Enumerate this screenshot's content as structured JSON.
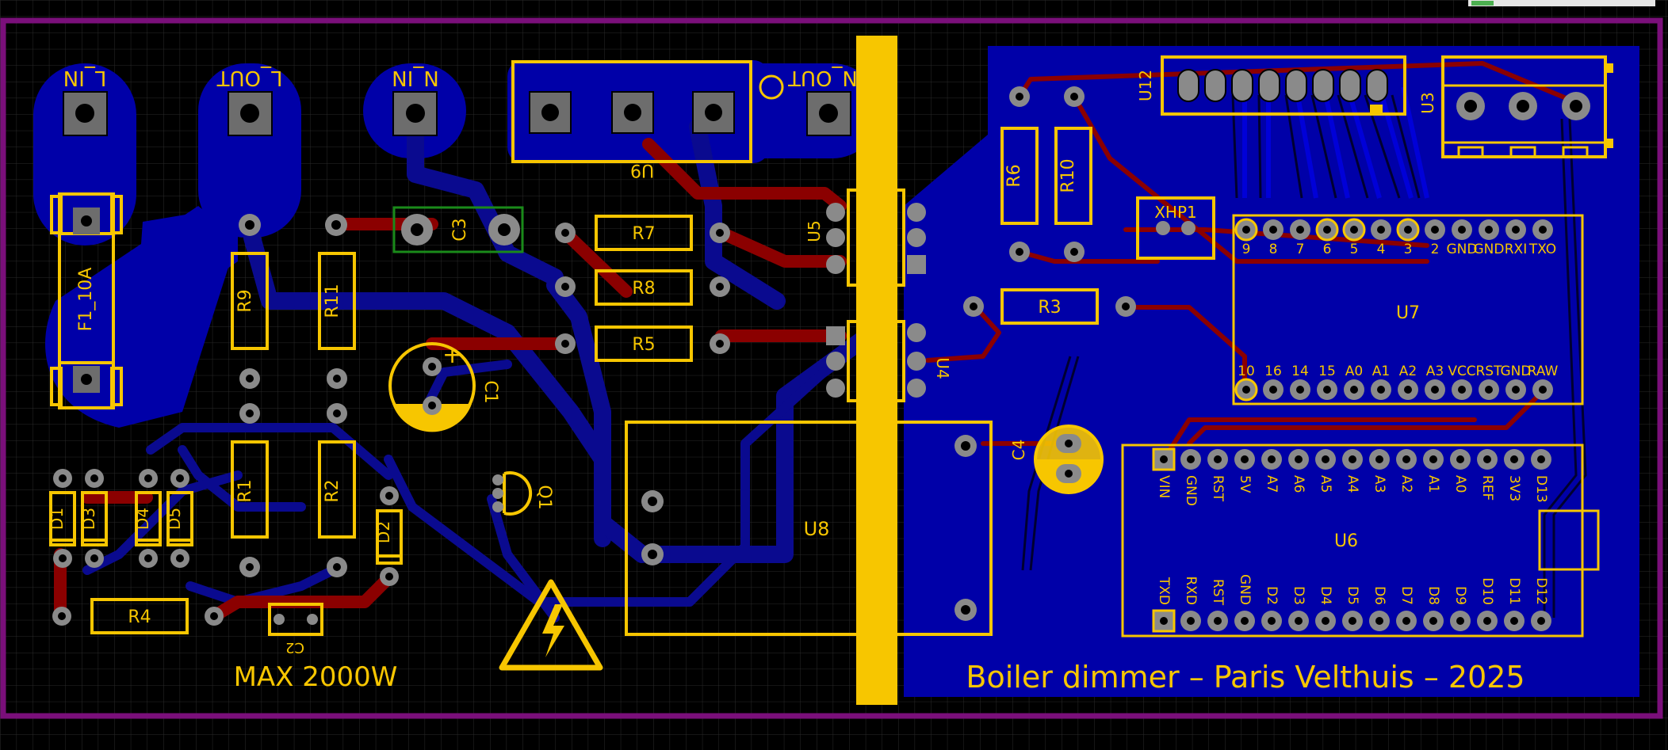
{
  "board": {
    "title_text": "Boiler dimmer – Paris Velthuis – 2025",
    "power_text": "MAX 2000W",
    "colors": {
      "background": "#000000",
      "grid": "#2a2a2a",
      "outline": "#7a0f7a",
      "copper_bottom": "#0000a8",
      "track_bottom": "#0a0a8f",
      "track_top": "#8b0000",
      "silkscreen": "#f7c600",
      "pad": "#8a8a8a",
      "courtyard": "#1a8a1a"
    }
  },
  "terminals": {
    "l_in": "L_IN",
    "l_out": "L_OUT",
    "n_in": "N_IN",
    "n_out": "N_OUT"
  },
  "components": {
    "fuse": "F1_10A",
    "r9": "R9",
    "r11": "R11",
    "r1": "R1",
    "r2": "R2",
    "r4": "R4",
    "r5": "R5",
    "r6": "R6",
    "r7": "R7",
    "r8": "R8",
    "r3": "R3",
    "r10": "R10",
    "c1": "C1",
    "c2": "C2",
    "c3": "C3",
    "c4": "C4",
    "c1_plus": "+",
    "d1": "D1",
    "d2": "D2",
    "d3": "D3",
    "d4": "D4",
    "d5": "D5",
    "q1": "Q1",
    "u3": "U3",
    "u4": "U4",
    "u5": "U5",
    "u6": "U6",
    "u7": "U7",
    "u8": "U8",
    "u9": "U9",
    "u12": "U12",
    "xhp1": "XHP1"
  },
  "u7_pins_top": [
    "9",
    "8",
    "7",
    "6",
    "5",
    "4",
    "3",
    "2",
    "GND",
    "GND",
    "RXI",
    "TXO"
  ],
  "u7_pins_bottom": [
    "10",
    "16",
    "14",
    "15",
    "A0",
    "A1",
    "A2",
    "A3",
    "VCC",
    "RST",
    "GND",
    "RAW"
  ],
  "u6_pins_top": [
    "VIN",
    "GND",
    "RST",
    "5V",
    "A7",
    "A6",
    "A5",
    "A4",
    "A3",
    "A2",
    "A1",
    "A0",
    "REF",
    "3V3",
    "D13"
  ],
  "u6_pins_bottom": [
    "TXD",
    "RXD",
    "RST",
    "GND",
    "D2",
    "D3",
    "D4",
    "D5",
    "D6",
    "D7",
    "D8",
    "D9",
    "D10",
    "D11",
    "D12"
  ]
}
